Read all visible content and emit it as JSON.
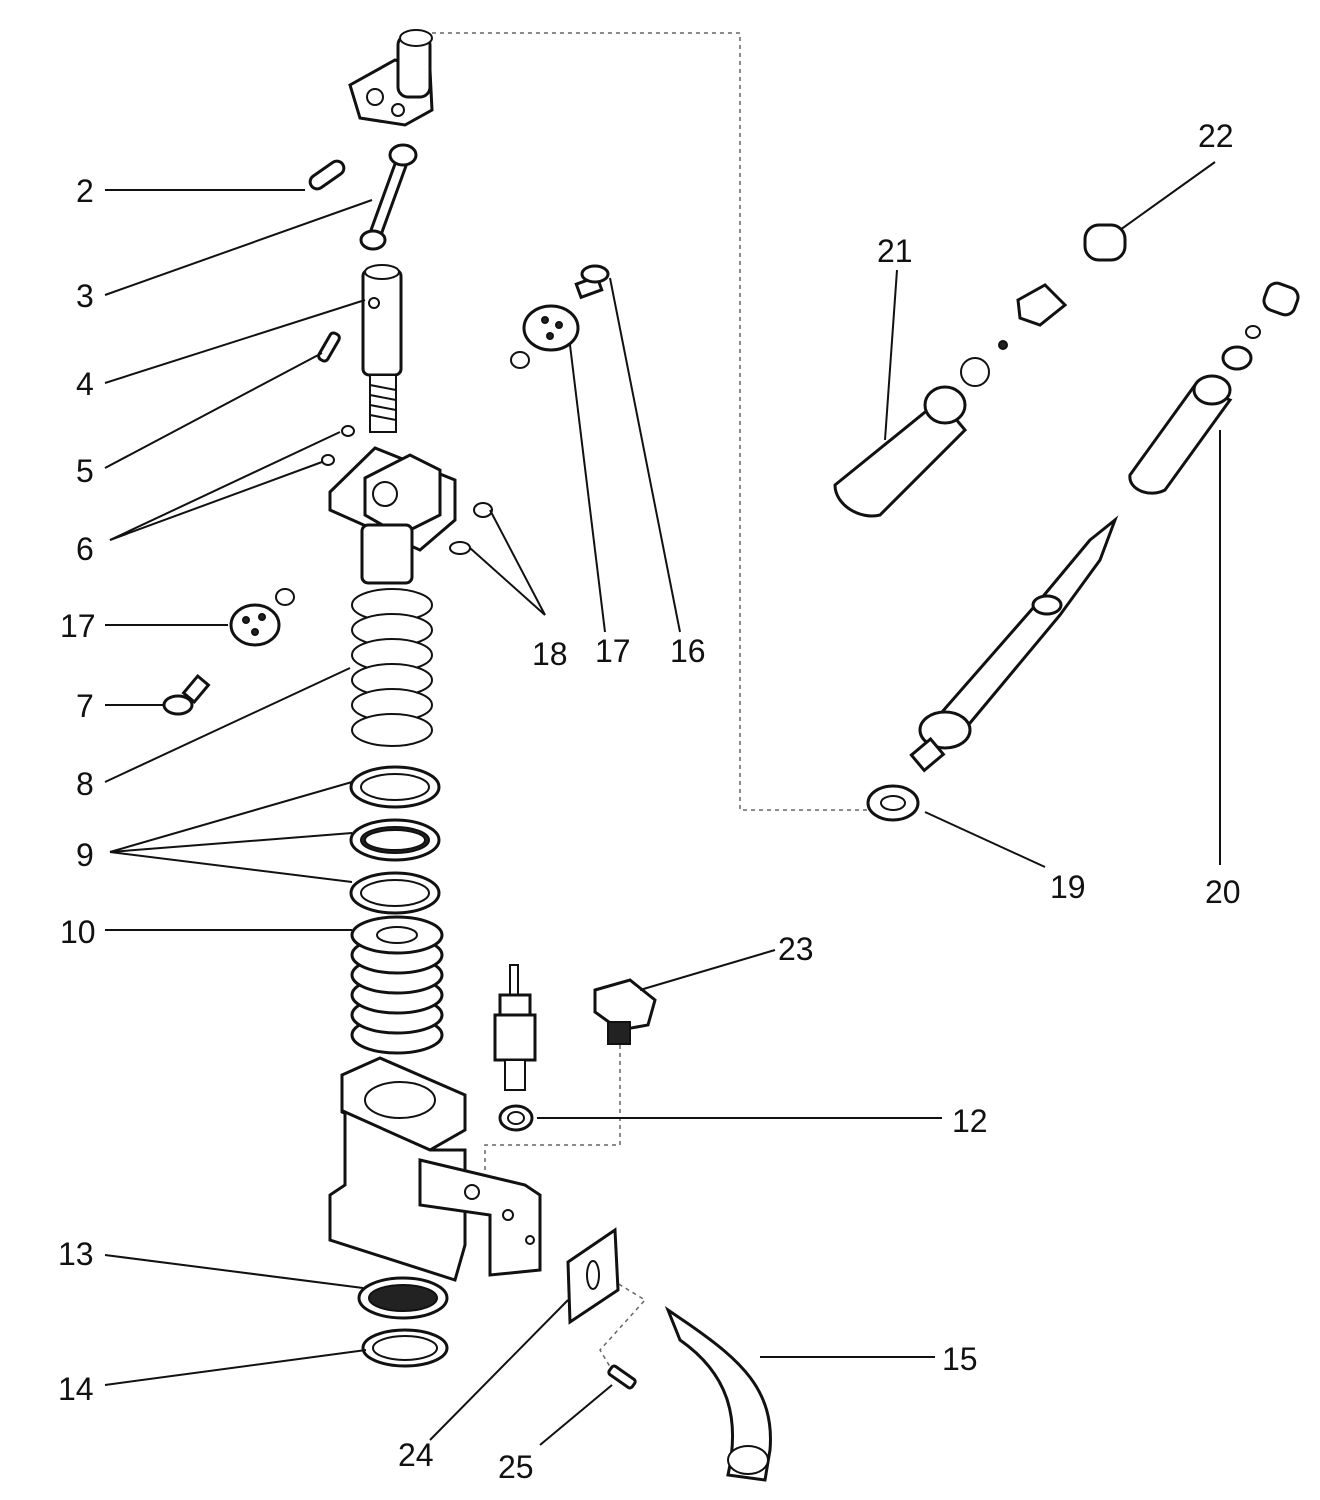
{
  "callouts": {
    "c2": "2",
    "c3": "3",
    "c4": "4",
    "c5": "5",
    "c6": "6",
    "c17a": "17",
    "c7": "7",
    "c8": "8",
    "c9": "9",
    "c10": "10",
    "c13": "13",
    "c14": "14",
    "c24": "24",
    "c25": "25",
    "c15": "15",
    "c12": "12",
    "c23": "23",
    "c18": "18",
    "c17b": "17",
    "c16": "16",
    "c21": "21",
    "c22": "22",
    "c19": "19",
    "c20": "20"
  }
}
